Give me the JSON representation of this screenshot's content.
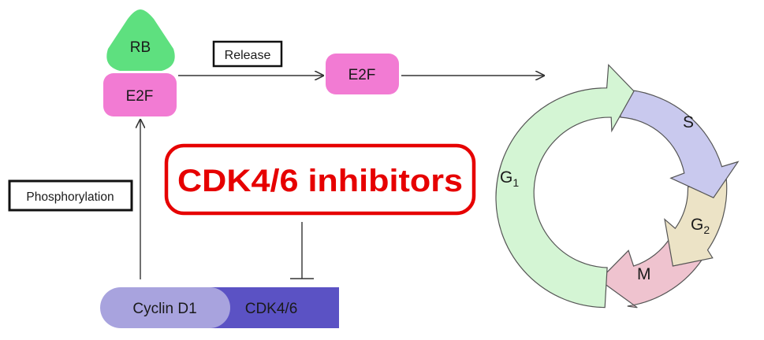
{
  "pathway": {
    "rb_label": "RB",
    "e2f_bound_label": "E2F",
    "e2f_free_label": "E2F",
    "release_label": "Release",
    "phosphorylation_label": "Phosphorylation",
    "cyclin_label": "Cyclin D1",
    "cdk_label": "CDK4/6"
  },
  "inhibitor": {
    "label": "CDK4/6 inhibitors"
  },
  "cell_cycle": {
    "g1_label": "G",
    "g1_sub": "1",
    "s_label": "S",
    "g2_label": "G",
    "g2_sub": "2",
    "m_label": "M"
  },
  "colors": {
    "rb": "#5ee07f",
    "e2f": "#f27bd3",
    "cyclin": "#a8a3de",
    "cdk": "#5b52c4",
    "inhibitor_red": "#e60000",
    "g1": "#d4f5d4",
    "s": "#c9c9ee",
    "g2": "#ece3c6",
    "m": "#efc3cf"
  }
}
